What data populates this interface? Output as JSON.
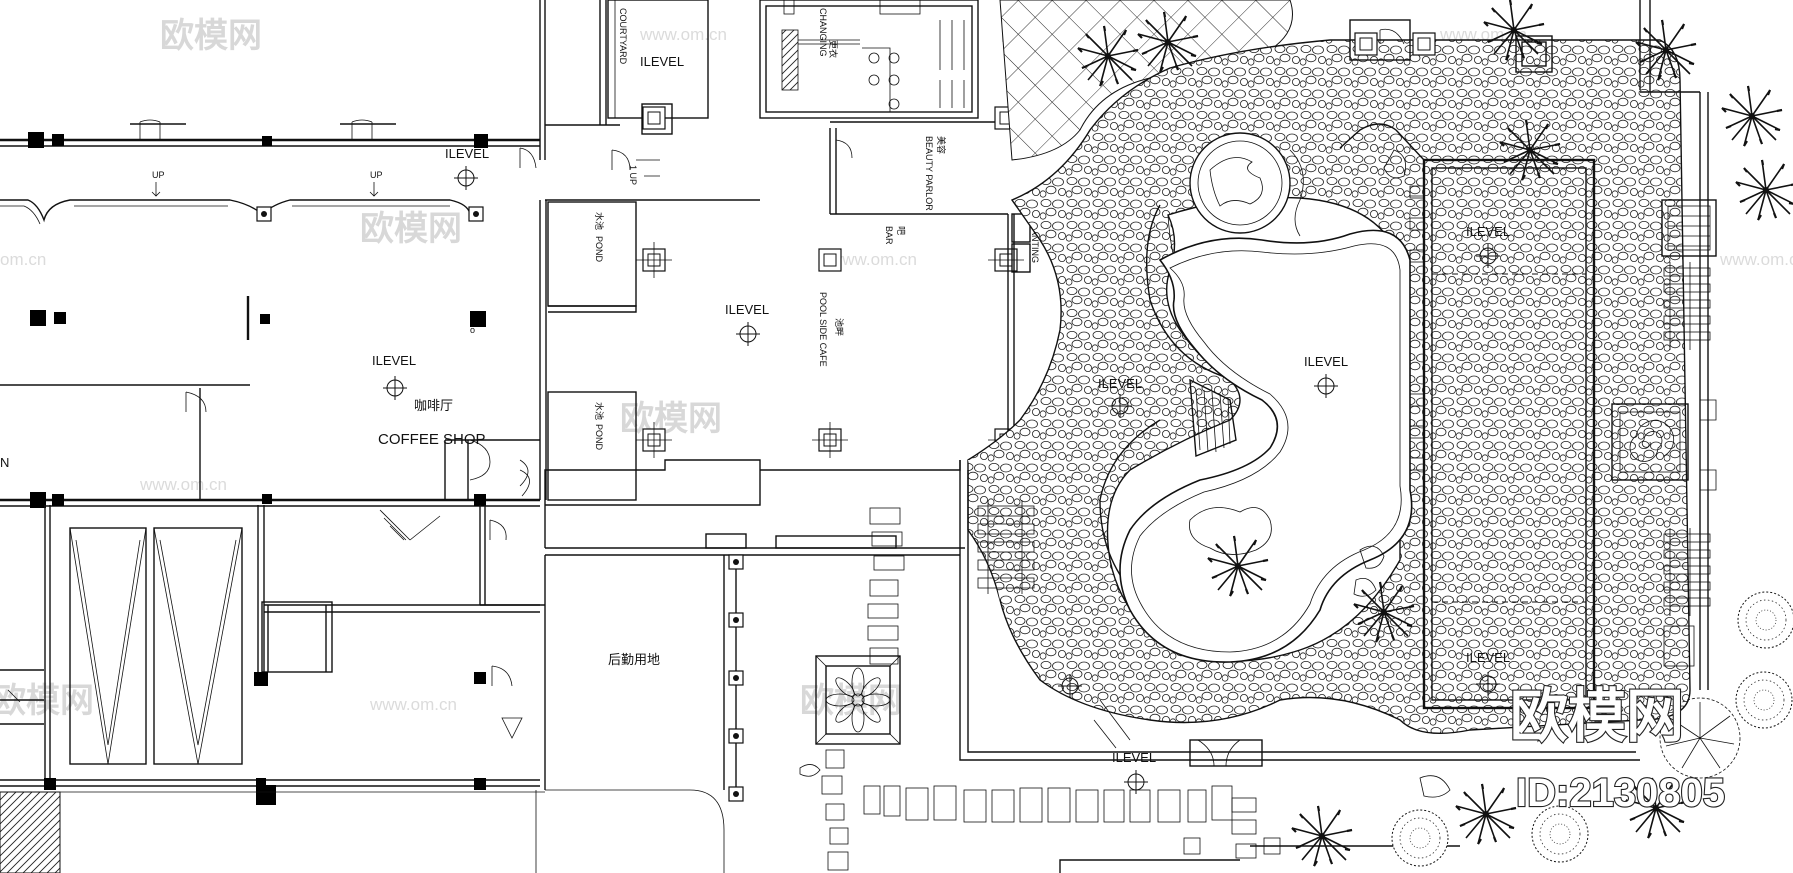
{
  "labels": {
    "level": "ILEVEL",
    "coffee_cn": "咖啡厅",
    "coffee_en": "COFFEE SHOP",
    "pool_cafe": "POOL SIDE CAFE",
    "pool_cafe_cn": "池畔",
    "pond": "POND",
    "pond_cn": "水池",
    "courtyard": "COURTYARD",
    "changing": "CHANGING",
    "changing_cn": "更衣",
    "beauty": "BEAUTY PARLOR",
    "beauty_cn": "美容",
    "bar_cn": "吧",
    "bar": "BAR",
    "planting": "PLANTING",
    "service_cn": "后勤用地",
    "up": "UP",
    "up2": "1  UP",
    "dn": "DN",
    "n": "N"
  },
  "watermark": {
    "logo": "欧模网",
    "url": "www.om.cn",
    "url_short": "om.cn"
  },
  "brand": {
    "name": "欧模网",
    "id": "ID:2130805"
  }
}
